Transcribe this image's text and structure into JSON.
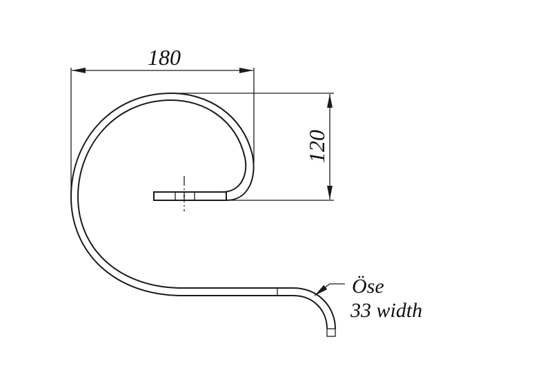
{
  "drawing": {
    "dimension_width": "180",
    "dimension_height": "120",
    "note_line1": "Öse",
    "note_line2": "33 width"
  },
  "colors": {
    "line": "#1a1a1a",
    "background": "#ffffff"
  }
}
